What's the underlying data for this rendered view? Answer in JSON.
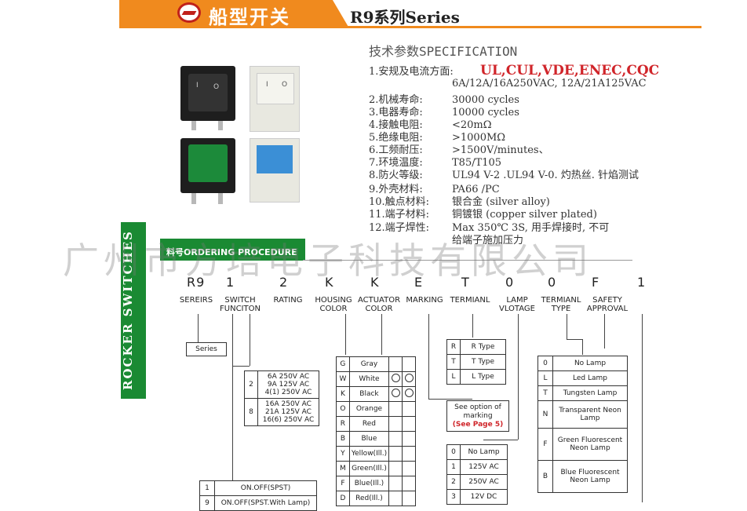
{
  "header": {
    "title": "船型开关",
    "series": "R9系列Series"
  },
  "spec": {
    "title": "技术参数SPECIFICATION",
    "rows": [
      {
        "label": "1.安规及电流方面:",
        "value": "UL,CUL,VDE,ENEC,CQC"
      },
      {
        "label": "",
        "value": "6A/12A/16A250VAC, 12A/21A125VAC"
      },
      {
        "label": "2.机械寿命:",
        "value": "30000 cycles"
      },
      {
        "label": "3.电器寿命:",
        "value": "10000 cycles"
      },
      {
        "label": "4.接触电阻:",
        "value": "<20mΩ"
      },
      {
        "label": "5.绝缘电阻:",
        "value": ">1000MΩ"
      },
      {
        "label": "6.工频耐压:",
        "value": ">1500V/minutes、"
      },
      {
        "label": "7.环境温度:",
        "value": "T85/T105"
      },
      {
        "label": "8.防火等级:",
        "value": "UL94 V-2 .UL94 V-0. 灼热丝. 针焰测试"
      },
      {
        "label": "9.外壳材料:",
        "value": "PA66 /PC"
      },
      {
        "label": "10.触点材料:",
        "value": "银合金 (silver alloy)"
      },
      {
        "label": "11.端子材料:",
        "value": "铜镀银 (copper silver plated)"
      },
      {
        "label": "12.端子焊性:",
        "value": "Max 350℃ 3S, 用手焊接时, 不可"
      },
      {
        "label": "",
        "value": "给端子施加压力"
      }
    ]
  },
  "side": {
    "label": "ROCKER SWITCHES"
  },
  "order": {
    "title": "料号ORDERING PROCEDURE"
  },
  "watermark": "广州市方培电子科技有限公司",
  "code": [
    "R9",
    "1",
    "2",
    "K",
    "K",
    "E",
    "T",
    "0",
    "0",
    "F",
    "1"
  ],
  "columns": [
    "SEREIRS",
    "SWITCH FUNCITON",
    "RATING",
    "HOUSING COLOR",
    "ACTUATOR COLOR",
    "MARKING",
    "TERMIANL",
    "LAMP VLOTAGE",
    "TERMIANL TYPE",
    "SAFETY APPROVAL"
  ],
  "series_box": "Series",
  "rating": [
    {
      "code": "2",
      "lines": [
        "6A 250V AC",
        "9A 125V AC",
        "4(1) 250V AC"
      ]
    },
    {
      "code": "8",
      "lines": [
        "16A 250V AC",
        "21A 125V AC",
        "16(6) 250V AC"
      ]
    }
  ],
  "colors": [
    {
      "code": "G",
      "name": "Gray"
    },
    {
      "code": "W",
      "name": "White"
    },
    {
      "code": "K",
      "name": "Black"
    },
    {
      "code": "O",
      "name": "Orange"
    },
    {
      "code": "R",
      "name": "Red"
    },
    {
      "code": "B",
      "name": "Blue"
    },
    {
      "code": "Y",
      "name": "Yellow(Ill.)"
    },
    {
      "code": "M",
      "name": "Green(Ill.)"
    },
    {
      "code": "F",
      "name": "Blue(Ill.)"
    },
    {
      "code": "D",
      "name": "Red(Ill.)"
    }
  ],
  "terminal": [
    {
      "code": "R",
      "name": "R Type"
    },
    {
      "code": "T",
      "name": "T Type"
    },
    {
      "code": "L",
      "name": "L Type"
    }
  ],
  "marking": {
    "line1": "See option of",
    "line2": "marking",
    "note": "(See Page 5)"
  },
  "lamp_voltage": [
    {
      "code": "0",
      "name": "No Lamp"
    },
    {
      "code": "1",
      "name": "125V AC"
    },
    {
      "code": "2",
      "name": "250V AC"
    },
    {
      "code": "3",
      "name": "12V DC"
    }
  ],
  "lamp_type": [
    {
      "code": "0",
      "name": "No Lamp"
    },
    {
      "code": "L",
      "name": "Led Lamp"
    },
    {
      "code": "T",
      "name": "Tungsten Lamp"
    },
    {
      "code": "N",
      "name": "Transparent Neon Lamp"
    },
    {
      "code": "F",
      "name": "Green Fluorescent Neon Lamp"
    },
    {
      "code": "B",
      "name": "Blue Fluorescent Neon Lamp"
    }
  ],
  "function": [
    {
      "code": "1",
      "name": "ON.OFF(SPST)"
    },
    {
      "code": "9",
      "name": "ON.OFF(SPST.With Lamp)"
    }
  ],
  "rocker_marks": {
    "on": "I",
    "off": "O"
  },
  "palette": {
    "orange": "#f08a1e",
    "green": "#1a8a33",
    "red": "#d0252a"
  }
}
